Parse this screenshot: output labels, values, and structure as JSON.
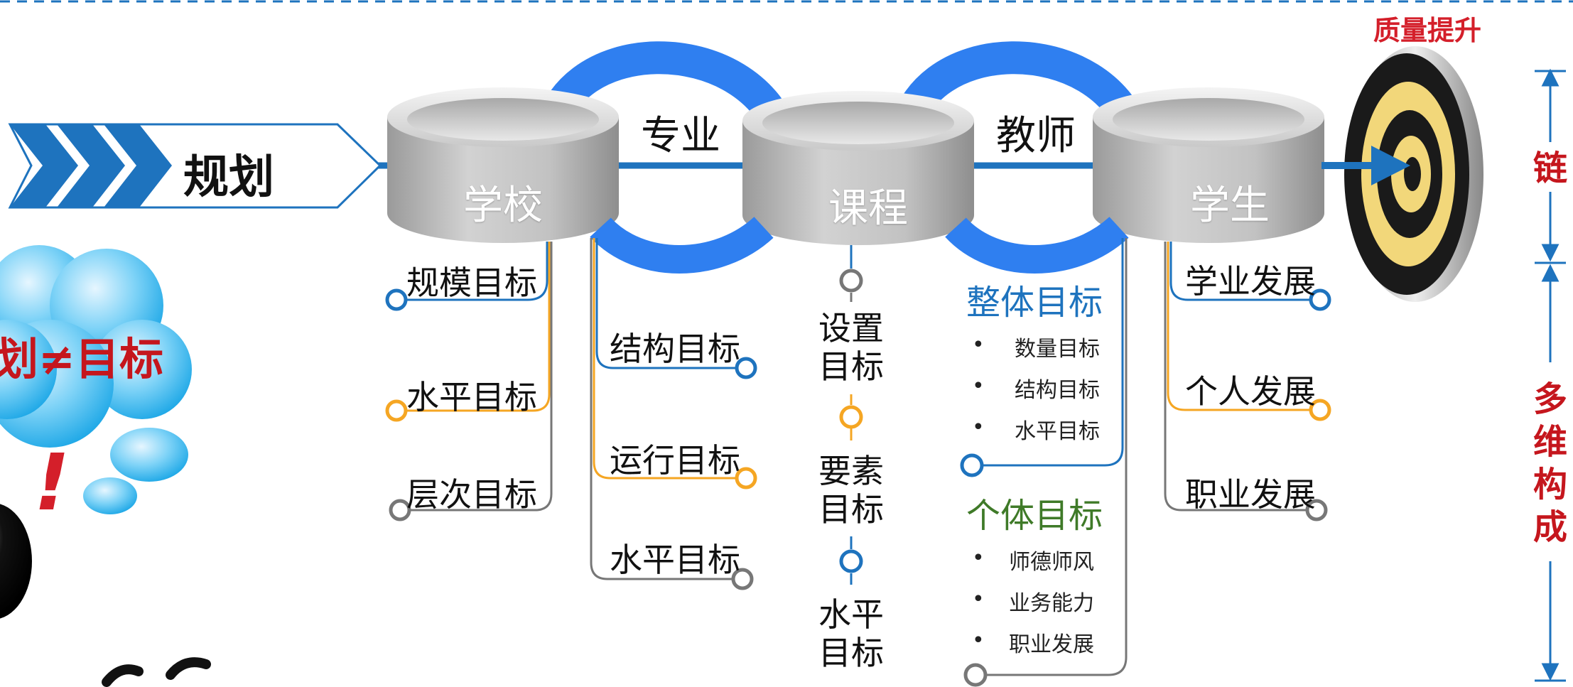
{
  "planning": {
    "arrow_label": "规划",
    "cloud_text": "划≠目标",
    "exclaim": "!"
  },
  "target": {
    "label": "质量提升"
  },
  "side": {
    "chain": "链",
    "multi": "多维构成"
  },
  "nodes": {
    "school": "学校",
    "major": "专业",
    "course": "课程",
    "teacher": "教师",
    "student": "学生"
  },
  "school_goals": [
    "规模目标",
    "水平目标",
    "层次目标"
  ],
  "major_goals": [
    "结构目标",
    "运行目标",
    "水平目标"
  ],
  "course_goals": [
    "设置目标",
    "要素目标",
    "水平目标"
  ],
  "teacher": {
    "whole_title": "整体目标",
    "whole_items": [
      "数量目标",
      "结构目标",
      "水平目标"
    ],
    "individual_title": "个体目标",
    "individual_items": [
      "师德师风",
      "业务能力",
      "职业发展"
    ],
    "bullet": "•"
  },
  "student_goals": [
    "学业发展",
    "个人发展",
    "职业发展"
  ],
  "colors": {
    "blue": "#1e73be",
    "orange": "#f5a623",
    "gray": "#666666",
    "red": "#c5161d",
    "ring_blue": "#2f7ff0",
    "green": "#3f7a28"
  }
}
